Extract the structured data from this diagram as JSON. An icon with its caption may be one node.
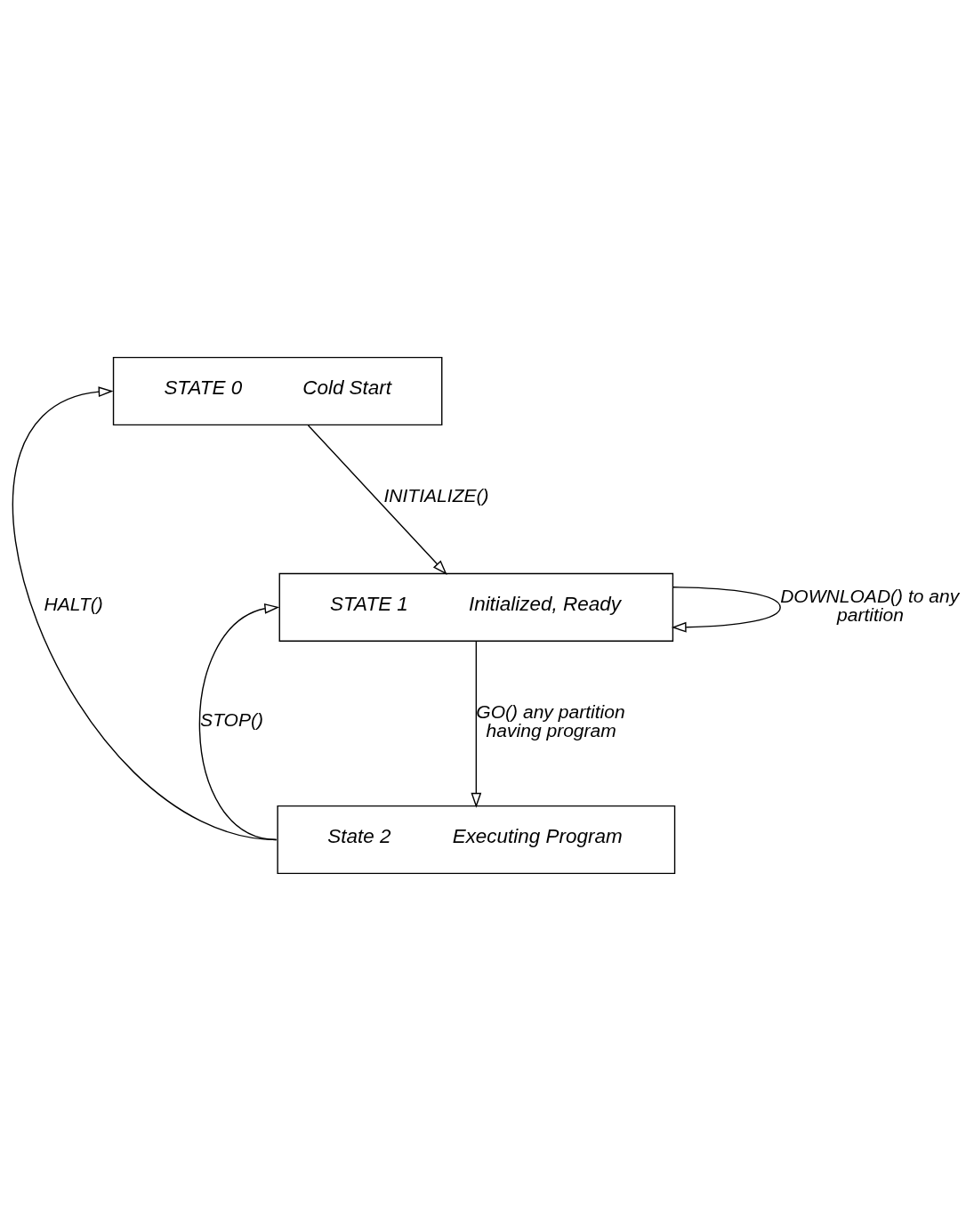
{
  "diagram": {
    "nodes": [
      {
        "text": [
          "STATE 0",
          "Cold Start"
        ]
      },
      {
        "text": [
          "STATE 1",
          "Initialized, Ready"
        ]
      },
      {
        "text": [
          "State 2",
          "Executing Program"
        ]
      }
    ],
    "edges": [
      {
        "from": 0,
        "to": 1,
        "arrow": "to",
        "label": "INITIALIZE()"
      },
      {
        "from": 1,
        "to": 1,
        "arrow": "to",
        "label": "DOWNLOAD() to any partition"
      },
      {
        "from": 1,
        "to": 2,
        "arrow": "to",
        "label": "GO() any partition having program"
      },
      {
        "from": 2,
        "to": 1,
        "arrow": "to",
        "label": "STOP()"
      },
      {
        "from": 2,
        "to": 0,
        "arrow": "to",
        "label": "HALT()"
      }
    ]
  }
}
